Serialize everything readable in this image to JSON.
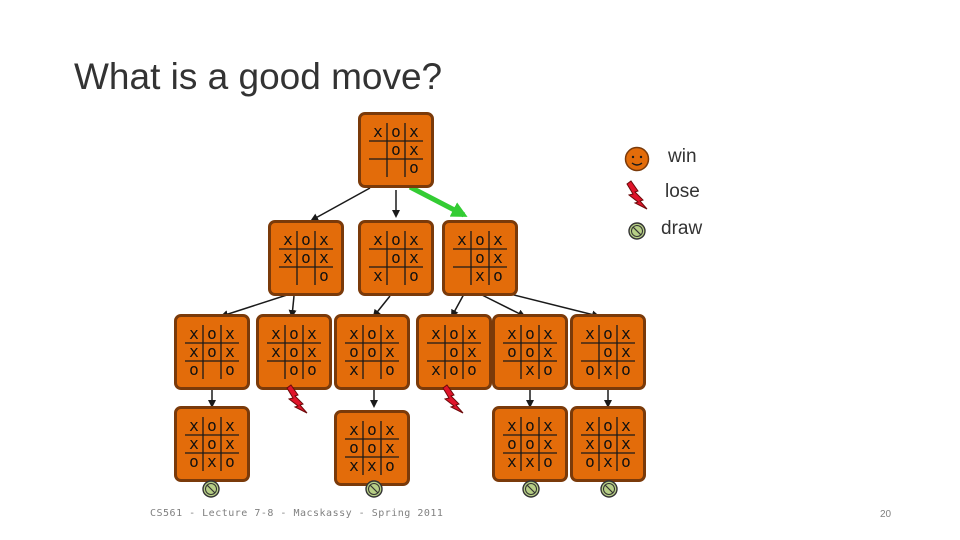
{
  "slide": {
    "title": "What is a good move?",
    "footer": "CS561 - Lecture 7-8 - Macskassy - Spring 2011",
    "page_number": "20"
  },
  "legend": [
    {
      "icon": "smiley-face-icon",
      "label": "win"
    },
    {
      "icon": "lightning-bolt-icon",
      "label": "lose"
    },
    {
      "icon": "draw-circle-icon",
      "label": "draw"
    }
  ],
  "colors": {
    "board_fill": "#e36c0a",
    "board_border": "#7a3a0a",
    "best_move_arrow": "#33cc33",
    "lose_icon": "#e0142a",
    "draw_icon": "#b7cf86"
  },
  "boards": {
    "root": [
      "x",
      "o",
      "x",
      "",
      "o",
      "x",
      "",
      "",
      "o"
    ],
    "l1a": [
      "x",
      "o",
      "x",
      "x",
      "o",
      "x",
      "",
      "",
      "o"
    ],
    "l1b": [
      "x",
      "o",
      "x",
      "",
      "o",
      "x",
      "x",
      "",
      "o"
    ],
    "l1c": [
      "x",
      "o",
      "x",
      "",
      "o",
      "x",
      "",
      "x",
      "o"
    ],
    "l2a": [
      "x",
      "o",
      "x",
      "x",
      "o",
      "x",
      "o",
      "",
      "o"
    ],
    "l2b": [
      "x",
      "o",
      "x",
      "x",
      "o",
      "x",
      "",
      "o",
      "o"
    ],
    "l2c": [
      "x",
      "o",
      "x",
      "o",
      "o",
      "x",
      "x",
      "",
      "o"
    ],
    "l2d": [
      "x",
      "o",
      "x",
      "",
      "o",
      "x",
      "x",
      "o",
      "o"
    ],
    "l2e": [
      "x",
      "o",
      "x",
      "o",
      "o",
      "x",
      "",
      "x",
      "o"
    ],
    "l2f": [
      "x",
      "o",
      "x",
      "",
      "o",
      "x",
      "o",
      "x",
      "o"
    ],
    "l3a": [
      "x",
      "o",
      "x",
      "x",
      "o",
      "x",
      "o",
      "x",
      "o"
    ],
    "l3b": [
      "x",
      "o",
      "x",
      "o",
      "o",
      "x",
      "x",
      "x",
      "o"
    ],
    "l3c": [
      "x",
      "o",
      "x",
      "o",
      "o",
      "x",
      "x",
      "x",
      "o"
    ],
    "l3d": [
      "x",
      "o",
      "x",
      "x",
      "o",
      "x",
      "o",
      "x",
      "o"
    ]
  },
  "outcomes": {
    "l2b": "lose",
    "l2d": "lose",
    "l3a": "draw",
    "l3b": "draw",
    "l3c": "draw",
    "l3d": "draw"
  }
}
